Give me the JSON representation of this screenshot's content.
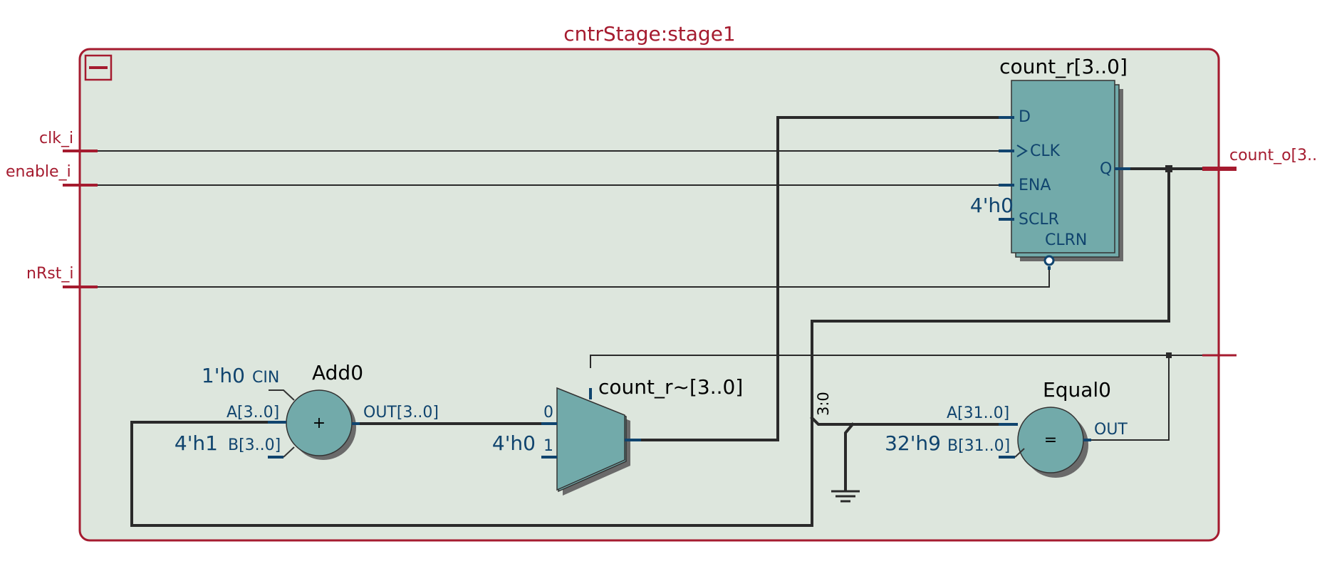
{
  "colors": {
    "frame": "#a51b2f",
    "frame_fill": "#dde6dd",
    "block_fill": "#72aaaa",
    "block_shadow": "#6a6a6a",
    "wire": "#2a2a2a",
    "pin": "#10446e",
    "port_text": "#a51b2f",
    "pin_text": "#10446e"
  },
  "module": {
    "title": "cntrStage:stage1",
    "collapse_icon": "minus-box-icon"
  },
  "ports": {
    "inputs": [
      "clk_i",
      "enable_i",
      "nRst_i"
    ],
    "outputs": [
      "count_o[3.."
    ]
  },
  "register": {
    "name": "count_r[3..0]",
    "pins": {
      "d": "D",
      "clk": "CLK",
      "ena": "ENA",
      "sclr": "SCLR",
      "clrn": "CLRN",
      "q": "Q"
    },
    "sclr_const": "4'h0"
  },
  "adder": {
    "name": "Add0",
    "symbol": "+",
    "pins": {
      "cin": "CIN",
      "a": "A[3..0]",
      "b": "B[3..0]",
      "out": "OUT[3..0]"
    },
    "cin_const": "1'h0",
    "b_const": "4'h1"
  },
  "mux": {
    "name": "count_r~[3..0]",
    "pins": {
      "in0": "0",
      "in1": "1"
    },
    "in1_const": "4'h0"
  },
  "comparator": {
    "name": "Equal0",
    "symbol": "=",
    "pins": {
      "a": "A[31..0]",
      "b": "B[31..0]",
      "out": "OUT"
    },
    "b_const": "32'h9"
  },
  "bus_tap": {
    "label": "3:0"
  },
  "ground": {
    "icon": "ground-icon"
  }
}
